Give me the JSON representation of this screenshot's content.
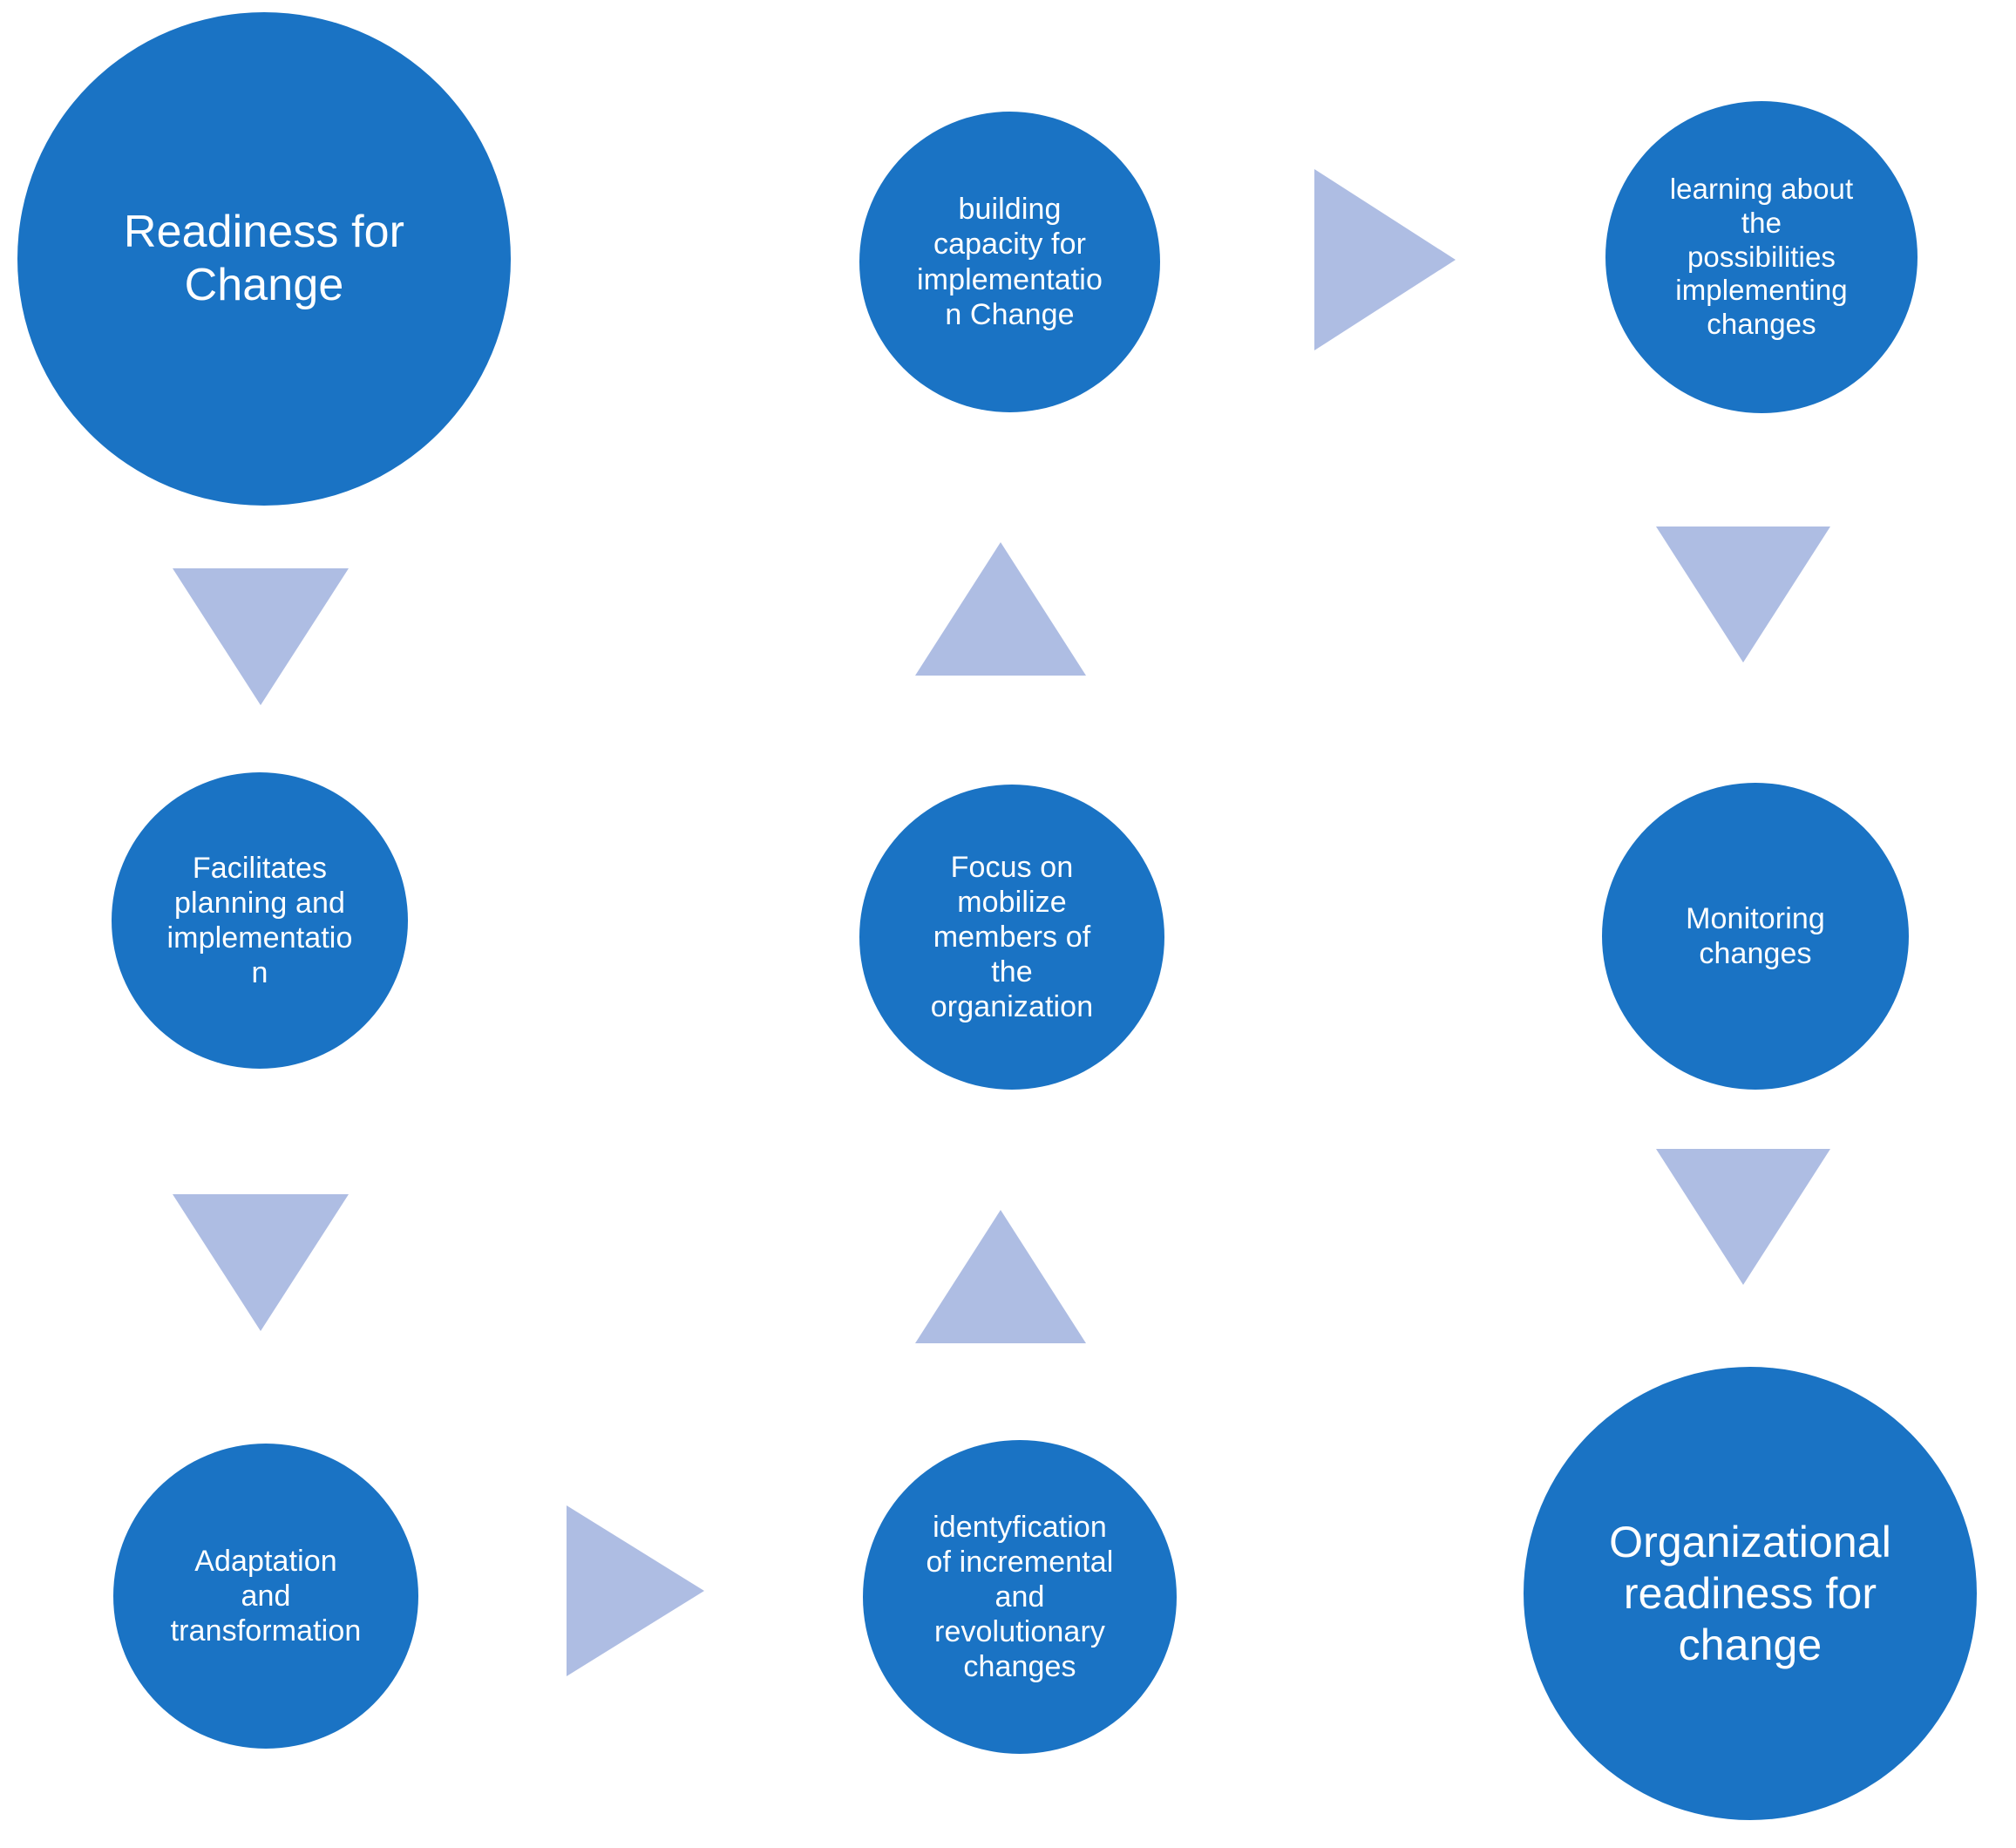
{
  "diagram": {
    "title": "Organizational Readiness for Change process flow",
    "colors": {
      "node_fill": "#1a73c4",
      "node_text": "#ffffff",
      "arrow_fill": "#aebde3",
      "background": "#ffffff"
    },
    "nodes": [
      {
        "id": "readiness-for-change",
        "label": "Readiness for\nChange",
        "row": 1,
        "column": 1,
        "size": "large"
      },
      {
        "id": "building-capacity",
        "label": "building\ncapacity for\nimplementatio\nn Change",
        "row": 1,
        "column": 2,
        "size": "medium"
      },
      {
        "id": "learning-possibilities",
        "label": "learning about\nthe\npossibilities\nimplementing\nchanges",
        "row": 1,
        "column": 3,
        "size": "medium"
      },
      {
        "id": "facilitates-planning",
        "label": "Facilitates\nplanning and\nimplementatio\nn",
        "row": 2,
        "column": 1,
        "size": "medium"
      },
      {
        "id": "focus-mobilize",
        "label": "Focus on\nmobilize\nmembers of\nthe\norganization",
        "row": 2,
        "column": 2,
        "size": "medium"
      },
      {
        "id": "monitoring-changes",
        "label": "Monitoring\nchanges",
        "row": 2,
        "column": 3,
        "size": "medium"
      },
      {
        "id": "adaptation-transformation",
        "label": "Adaptation\nand\ntransformation",
        "row": 3,
        "column": 1,
        "size": "medium"
      },
      {
        "id": "identyfication-changes",
        "label": "identyfication\nof incremental\nand\nrevolutionary\nchanges",
        "row": 3,
        "column": 2,
        "size": "medium"
      },
      {
        "id": "organizational-readiness",
        "label": "Organizational\nreadiness for\nchange",
        "row": 3,
        "column": 3,
        "size": "large"
      }
    ],
    "arrows": [
      {
        "id": "left-col-1",
        "direction": "down",
        "from": "readiness-for-change",
        "to": "facilitates-planning"
      },
      {
        "id": "left-col-2",
        "direction": "down",
        "from": "facilitates-planning",
        "to": "adaptation-transformation"
      },
      {
        "id": "bottom-row-right",
        "direction": "right",
        "from": "adaptation-transformation",
        "to": "identyfication-changes"
      },
      {
        "id": "mid-col-2",
        "direction": "up",
        "from": "identyfication-changes",
        "to": "focus-mobilize"
      },
      {
        "id": "mid-col-1",
        "direction": "up",
        "from": "focus-mobilize",
        "to": "building-capacity"
      },
      {
        "id": "top-row-right",
        "direction": "right",
        "from": "building-capacity",
        "to": "learning-possibilities"
      },
      {
        "id": "right-col-1",
        "direction": "down",
        "from": "learning-possibilities",
        "to": "monitoring-changes"
      },
      {
        "id": "right-col-2",
        "direction": "down",
        "from": "monitoring-changes",
        "to": "organizational-readiness"
      }
    ]
  }
}
